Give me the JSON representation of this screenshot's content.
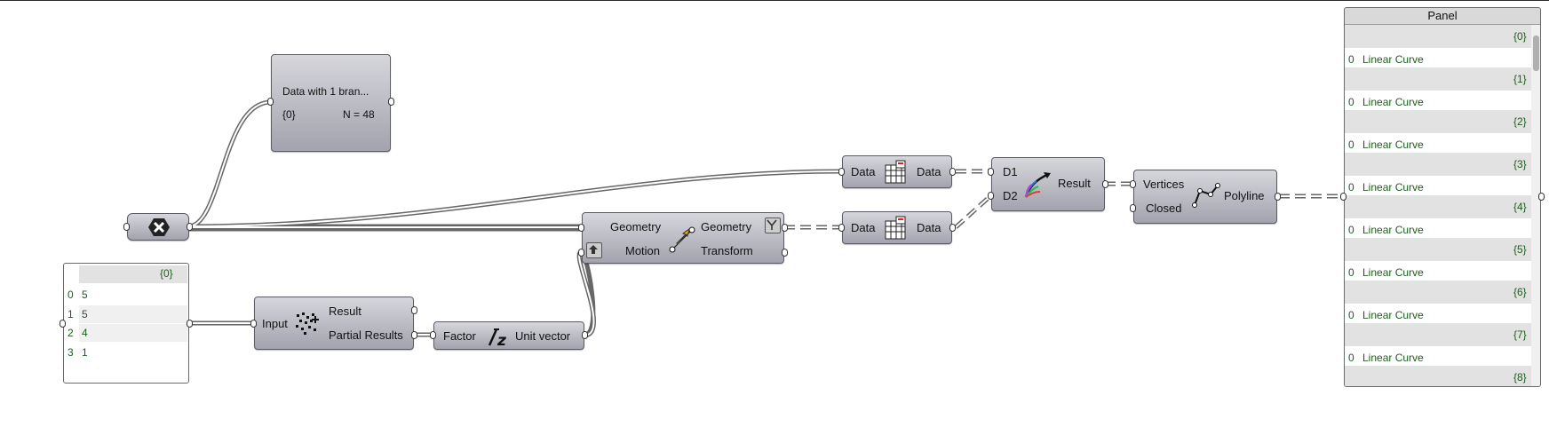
{
  "param_viewer": {
    "title": "Data with 1 bran...",
    "branch": "{0}",
    "count": "N = 48"
  },
  "list_panel": {
    "branch": "{0}",
    "rows": [
      {
        "index": "0",
        "value": "5"
      },
      {
        "index": "1",
        "value": "5"
      },
      {
        "index": "2",
        "value": "4"
      },
      {
        "index": "3",
        "value": "1"
      }
    ]
  },
  "mass_addition": {
    "input": "Input",
    "out1": "Result",
    "out2": "Partial Results"
  },
  "unit_z": {
    "input": "Factor",
    "output": "Unit vector"
  },
  "move": {
    "in1": "Geometry",
    "in2": "Motion",
    "out1": "Geometry",
    "out2": "Transform"
  },
  "flatten_top": {
    "input": "Data",
    "output": "Data"
  },
  "flatten_bottom": {
    "input": "Data",
    "output": "Data"
  },
  "weave": {
    "in1": "D1",
    "in2": "D2",
    "output": "Result"
  },
  "polyline": {
    "in1": "Vertices",
    "in2": "Closed",
    "output": "Polyline"
  },
  "output_panel": {
    "title": "Panel",
    "branches": [
      {
        "path": "{0}",
        "index": "0",
        "value": "Linear Curve"
      },
      {
        "path": "{1}",
        "index": "0",
        "value": "Linear Curve"
      },
      {
        "path": "{2}",
        "index": "0",
        "value": "Linear Curve"
      },
      {
        "path": "{3}",
        "index": "0",
        "value": "Linear Curve"
      },
      {
        "path": "{4}",
        "index": "0",
        "value": "Linear Curve"
      },
      {
        "path": "{5}",
        "index": "0",
        "value": "Linear Curve"
      },
      {
        "path": "{6}",
        "index": "0",
        "value": "Linear Curve"
      },
      {
        "path": "{7}",
        "index": "0",
        "value": "Linear Curve"
      },
      {
        "path": "{8}"
      }
    ]
  },
  "colors": {
    "component_top": "#d6d6dc",
    "component_bottom": "#a3a3ae",
    "panel_header": "#e2e2e2",
    "panel_text": "#1c5e1c"
  },
  "icons": [
    "hexagon-x-icon",
    "mass-addition-icon",
    "unit-z-icon",
    "move-icon",
    "flatten-icon",
    "weave-icon",
    "polyline-icon",
    "graft-icon",
    "reparameterize-icon"
  ]
}
